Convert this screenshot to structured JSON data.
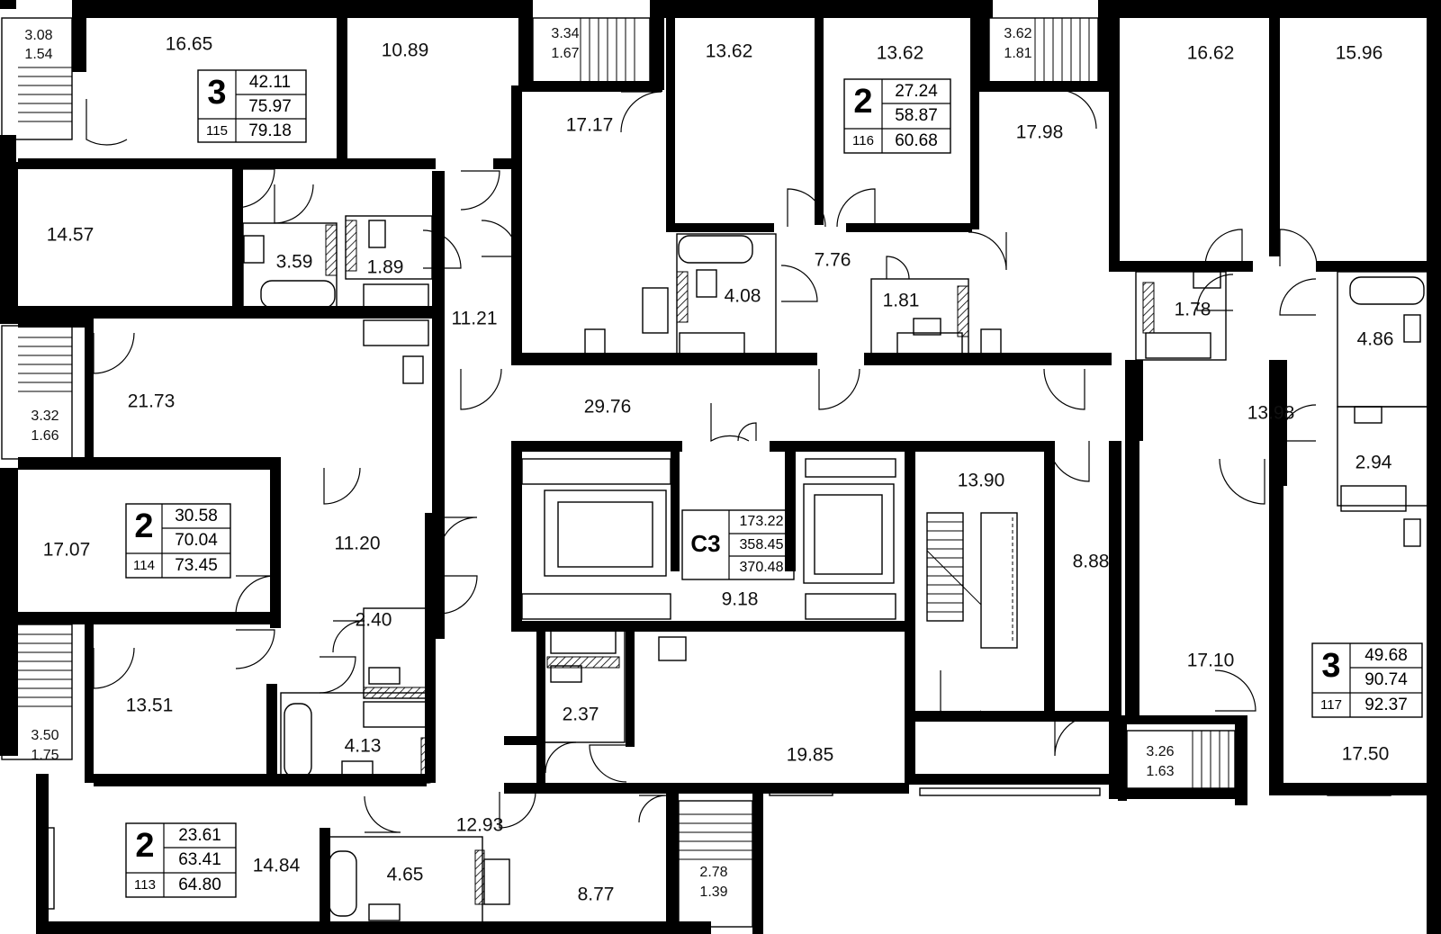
{
  "apartments": [
    {
      "id": "115",
      "rooms": "3",
      "living": "42.11",
      "total": "75.97",
      "total_with_balcony": "79.18"
    },
    {
      "id": "116",
      "rooms": "2",
      "living": "27.24",
      "total": "58.87",
      "total_with_balcony": "60.68"
    },
    {
      "id": "114",
      "rooms": "2",
      "living": "30.58",
      "total": "70.04",
      "total_with_balcony": "73.45"
    },
    {
      "id": "113",
      "rooms": "2",
      "living": "23.61",
      "total": "63.41",
      "total_with_balcony": "64.80"
    },
    {
      "id": "117",
      "rooms": "3",
      "living": "49.68",
      "total": "90.74",
      "total_with_balcony": "92.37"
    }
  ],
  "common_area": {
    "label": "С3",
    "v1": "173.22",
    "v2": "358.45",
    "v3": "370.48"
  },
  "rooms": {
    "r1665": "16.65",
    "r1089": "10.89",
    "r1717": "17.17",
    "r1362a": "13.62",
    "r1362b": "13.62",
    "r1798": "17.98",
    "r1662": "16.62",
    "r1596": "15.96",
    "r1457": "14.57",
    "r359": "3.59",
    "r189": "1.89",
    "r1121": "11.21",
    "r408": "4.08",
    "r776": "7.76",
    "r181": "1.81",
    "r178": "1.78",
    "r486": "4.86",
    "r2173": "21.73",
    "r2976": "29.76",
    "r1398": "13.98",
    "r294": "2.94",
    "r1707": "17.07",
    "r1120": "11.20",
    "r1390": "13.90",
    "r888": "8.88",
    "r918": "9.18",
    "r240": "2.40",
    "r1351": "13.51",
    "r237": "2.37",
    "r413": "4.13",
    "r1985": "19.85",
    "r1710": "17.10",
    "r1750": "17.50",
    "r1293": "12.93",
    "r1484": "14.84",
    "r465": "4.65",
    "r877": "8.77"
  },
  "balconies": {
    "b1": [
      "3.08",
      "1.54"
    ],
    "b2": [
      "3.34",
      "1.67"
    ],
    "b3": [
      "3.62",
      "1.81"
    ],
    "b4": [
      "3.32",
      "1.66"
    ],
    "b5": [
      "3.50",
      "1.75"
    ],
    "b6": [
      "3.26",
      "1.63"
    ],
    "b7": [
      "2.78",
      "1.39"
    ]
  },
  "colors": {
    "wall": "#000000",
    "background": "#ffffff"
  }
}
